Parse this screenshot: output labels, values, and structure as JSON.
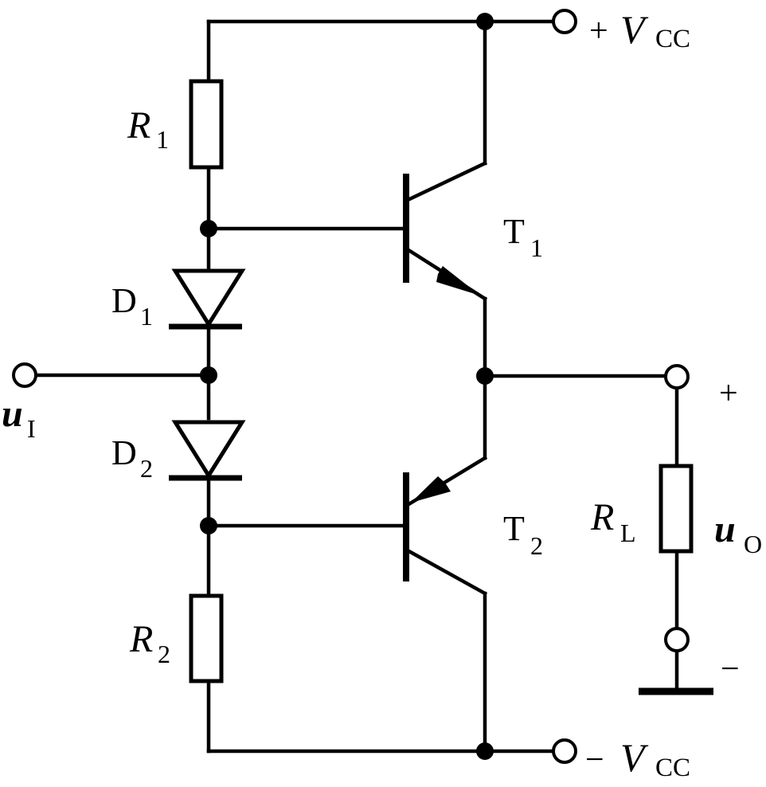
{
  "supply": {
    "pos": {
      "sign": "+",
      "symbol": "V",
      "sub": "CC"
    },
    "neg": {
      "sign": "−",
      "symbol": "V",
      "sub": "CC"
    }
  },
  "components": {
    "R1": {
      "symbol": "R",
      "sub": "1"
    },
    "R2": {
      "symbol": "R",
      "sub": "2"
    },
    "RL": {
      "symbol": "R",
      "sub": "L"
    },
    "D1": {
      "symbol": "D",
      "sub": "1"
    },
    "D2": {
      "symbol": "D",
      "sub": "2"
    },
    "T1": {
      "symbol": "T",
      "sub": "1"
    },
    "T2": {
      "symbol": "T",
      "sub": "2"
    }
  },
  "input": {
    "symbol": "u",
    "sub": "I"
  },
  "output": {
    "symbol": "u",
    "sub": "O",
    "plus": "+",
    "minus": "−"
  }
}
